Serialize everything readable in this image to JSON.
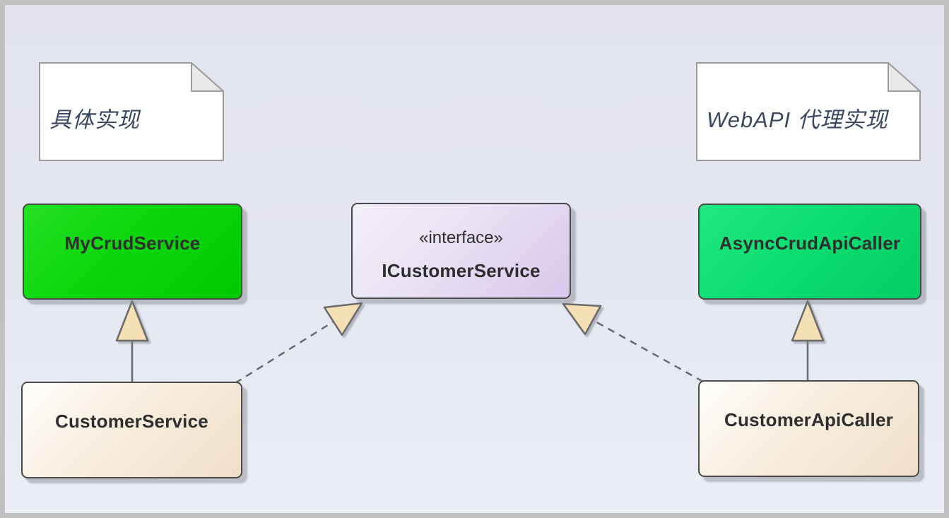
{
  "diagram": {
    "notes": [
      {
        "text": "具体实现"
      },
      {
        "text": "WebAPI 代理实现"
      }
    ],
    "nodes": [
      {
        "kind": "class",
        "name": "MyCrudService",
        "fill": "#0BD60B"
      },
      {
        "kind": "interface",
        "stereotype": "«interface»",
        "name": "ICustomerService",
        "fill": "#DCCBEE"
      },
      {
        "kind": "class",
        "name": "AsyncCrudApiCaller",
        "fill": "#0CDE72"
      },
      {
        "kind": "class",
        "name": "CustomerService",
        "fill": "#F3E3CE"
      },
      {
        "kind": "class",
        "name": "CustomerApiCaller",
        "fill": "#F3E3CE"
      }
    ],
    "edges": [
      {
        "type": "generalization",
        "from": "CustomerService",
        "to": "MyCrudService",
        "line": "solid"
      },
      {
        "type": "realization",
        "from": "CustomerService",
        "to": "ICustomerService",
        "line": "dashed"
      },
      {
        "type": "generalization",
        "from": "CustomerApiCaller",
        "to": "AsyncCrudApiCaller",
        "line": "solid"
      },
      {
        "type": "realization",
        "from": "CustomerApiCaller",
        "to": "ICustomerService",
        "line": "dashed"
      }
    ],
    "colors": {
      "frame_border": "#C1C1C1",
      "background_top": "#E2E3EE",
      "background_bottom": "#ECEEF6",
      "node_border": "#4A4A4A",
      "connector_line": "#6A6A6A",
      "arrowhead_fill": "#F5DFB4",
      "note_fill": "#FFFFFF",
      "note_fold": "#E9E9E9",
      "note_border": "#9C9C9C",
      "node_text": "#2E2E2E",
      "note_text": "#3A4760"
    }
  }
}
